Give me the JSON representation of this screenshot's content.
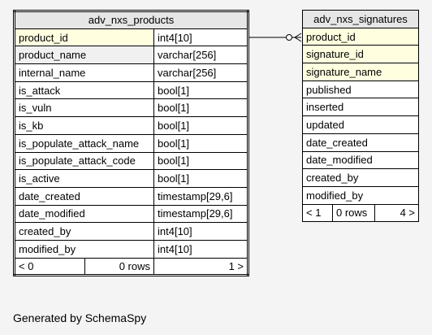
{
  "tables": {
    "products": {
      "name": "adv_nxs_products",
      "columns": [
        {
          "name": "product_id",
          "type": "int4[10]",
          "kind": "pk"
        },
        {
          "name": "product_name",
          "type": "varchar[256]",
          "kind": "idx"
        },
        {
          "name": "internal_name",
          "type": "varchar[256]",
          "kind": ""
        },
        {
          "name": "is_attack",
          "type": "bool[1]",
          "kind": ""
        },
        {
          "name": "is_vuln",
          "type": "bool[1]",
          "kind": ""
        },
        {
          "name": "is_kb",
          "type": "bool[1]",
          "kind": ""
        },
        {
          "name": "is_populate_attack_name",
          "type": "bool[1]",
          "kind": ""
        },
        {
          "name": "is_populate_attack_code",
          "type": "bool[1]",
          "kind": ""
        },
        {
          "name": "is_active",
          "type": "bool[1]",
          "kind": ""
        },
        {
          "name": "date_created",
          "type": "timestamp[29,6]",
          "kind": ""
        },
        {
          "name": "date_modified",
          "type": "timestamp[29,6]",
          "kind": ""
        },
        {
          "name": "created_by",
          "type": "int4[10]",
          "kind": ""
        },
        {
          "name": "modified_by",
          "type": "int4[10]",
          "kind": ""
        }
      ],
      "footer": {
        "parents": "< 0",
        "rows": "0 rows",
        "children": "1 >"
      }
    },
    "signatures": {
      "name": "adv_nxs_signatures",
      "columns": [
        {
          "name": "product_id",
          "kind": "pk"
        },
        {
          "name": "signature_id",
          "kind": "pk"
        },
        {
          "name": "signature_name",
          "kind": "pk"
        },
        {
          "name": "published",
          "kind": ""
        },
        {
          "name": "inserted",
          "kind": ""
        },
        {
          "name": "updated",
          "kind": ""
        },
        {
          "name": "date_created",
          "kind": ""
        },
        {
          "name": "date_modified",
          "kind": ""
        },
        {
          "name": "created_by",
          "kind": ""
        },
        {
          "name": "modified_by",
          "kind": ""
        }
      ],
      "footer": {
        "parents": "< 1",
        "rows": "0 rows",
        "children": "4 >"
      }
    }
  },
  "generated_by": "Generated by SchemaSpy"
}
